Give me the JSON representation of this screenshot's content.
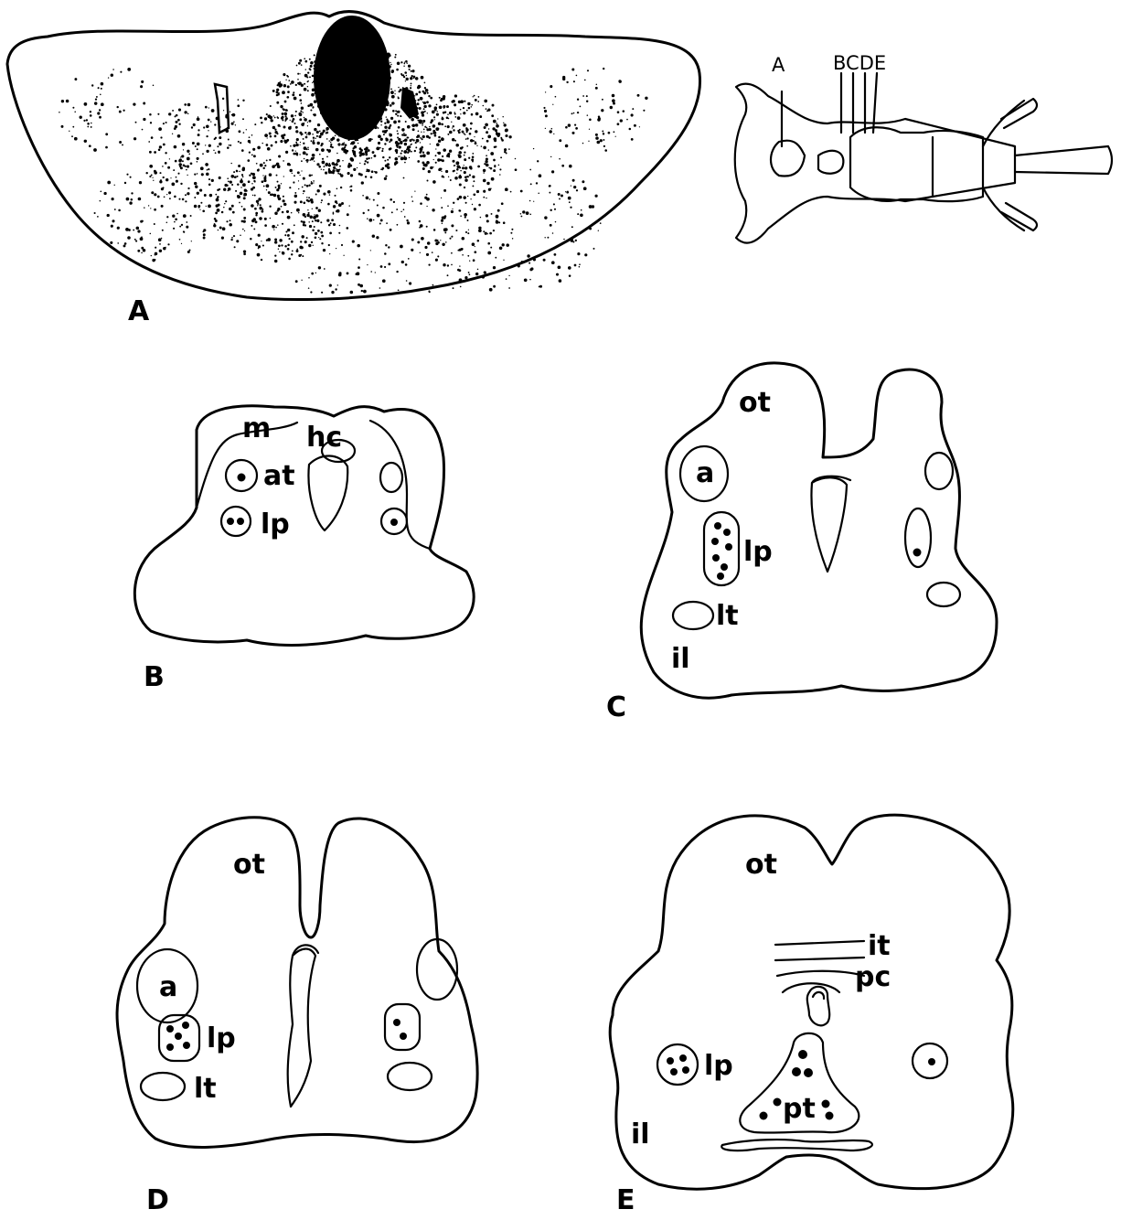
{
  "panels": {
    "A": "A",
    "B": "B",
    "C": "C",
    "D": "D",
    "E": "E"
  },
  "key": {
    "A": "A",
    "BCDE": "BCDE"
  },
  "labels": {
    "m": "m",
    "hc": "hc",
    "at": "at",
    "lp": "lp",
    "ot": "ot",
    "a": "a",
    "lt": "lt",
    "il": "il",
    "it": "it",
    "pc": "pc",
    "pt": "pt"
  }
}
